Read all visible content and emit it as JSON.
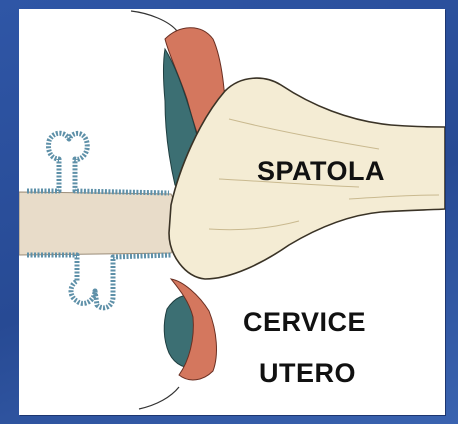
{
  "labels": {
    "spatola": "SPATOLA",
    "cervice": "CERVICE",
    "utero": "UTERO"
  },
  "colors": {
    "background": "#2c4d97",
    "panel": "#ffffff",
    "spatula_fill": "#f4ecd4",
    "canal_fill": "#e8dcc9",
    "cells_red": "#d4775e",
    "cells_teal": "#3c6f73",
    "gland_outline": "#5e90a8"
  }
}
